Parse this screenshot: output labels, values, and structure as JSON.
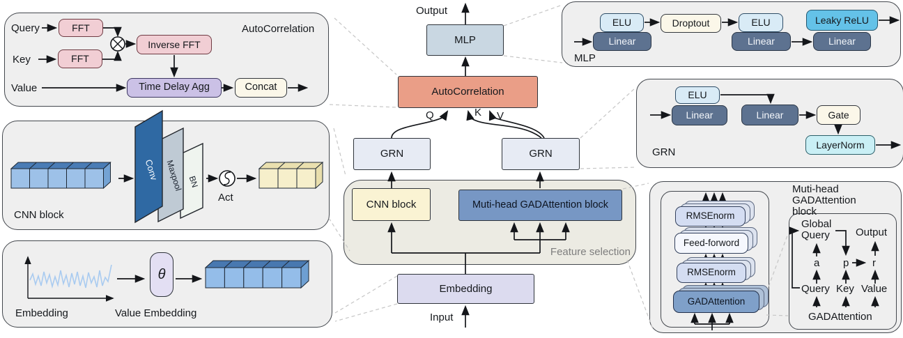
{
  "main": {
    "output": "Output",
    "input": "Input",
    "mlp": "MLP",
    "autocorrelation": "AutoCorrelation",
    "q": "Q",
    "k": "K",
    "v": "V",
    "grn_left": "GRN",
    "grn_right": "GRN",
    "feature_selection": "Feature selection",
    "cnn_block": "CNN block",
    "gad_block": "Muti-head GADAttention block",
    "embedding": "Embedding"
  },
  "autocorrelation_panel": {
    "title": "AutoCorrelation",
    "query": "Query",
    "key": "Key",
    "value": "Value",
    "fft_query": "FFT",
    "fft_key": "FFT",
    "inverse_fft": "Inverse FFT",
    "time_delay_agg": "Time Delay Agg",
    "concat": "Concat"
  },
  "cnn_panel": {
    "label": "CNN block",
    "conv": "Conv",
    "maxpool": "Maxpool",
    "bn": "BN",
    "act": "Act"
  },
  "embedding_panel": {
    "label": "Embedding",
    "theta": "θ",
    "value_embedding": "Value Embedding"
  },
  "mlp_panel": {
    "label": "MLP",
    "elu_1": "ELU",
    "linear_1": "Linear",
    "dropout": "Droptout",
    "elu_2": "ELU",
    "linear_2": "Linear",
    "leaky_relu": "Leaky ReLU",
    "linear_3": "Linear"
  },
  "grn_panel": {
    "label": "GRN",
    "elu": "ELU",
    "linear_1": "Linear",
    "linear_2": "Linear",
    "gate": "Gate",
    "layernorm": "LayerNorm"
  },
  "gad_panel": {
    "title": "Muti-head GADAttention block",
    "rmsenorm_top": "RMSEnorm",
    "feed_forward": "Feed-forword",
    "rmsenorm_bottom": "RMSEnorm",
    "gadattention": "GADAttention",
    "caption": "GADAttention",
    "global_query": "Global Query",
    "output": "Output",
    "a": "a",
    "p": "p",
    "r": "r",
    "query": "Query",
    "key": "Key",
    "value": "Value"
  },
  "colors": {
    "autocorrelation_fill": "#EA9E87",
    "gad_block_fill": "#7797C4",
    "linear_fill": "#5D7290",
    "elu_fill": "#D9EBF6",
    "leaky_relu_fill": "#64C2E8",
    "layernorm_fill": "#C9EFF5",
    "fft_fill": "#F1CED4",
    "time_delay_fill": "#CBC1E6",
    "cnn_block_fill": "#FAF3D3",
    "embedding_fill": "#DCDBEF",
    "grn_fill": "#E7EBF4",
    "mlp_fill": "#C9D7E2",
    "panel_fill": "#EFEFEF",
    "feature_panel_fill": "#ECEBE3"
  }
}
